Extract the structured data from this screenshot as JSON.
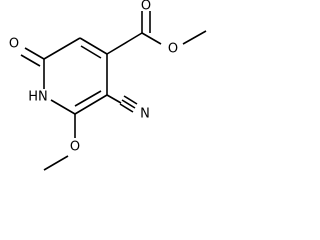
{
  "atoms": {
    "ring_nh": "HN",
    "keto_o": "O",
    "ester_carbonyl_o": "O",
    "ester_ether_o": "O",
    "methoxy_o": "O",
    "nitrile_n": "N"
  }
}
